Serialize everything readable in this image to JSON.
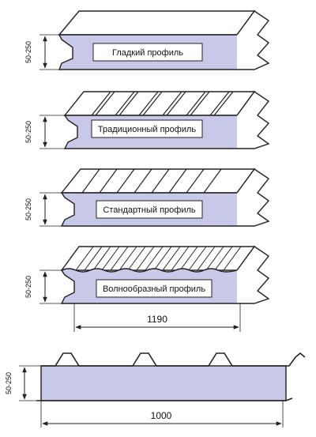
{
  "panels": [
    {
      "label": "Гладкий профиль",
      "thickness": "50-250"
    },
    {
      "label": "Традиционный профиль",
      "thickness": "50-250"
    },
    {
      "label": "Стандартный профиль",
      "thickness": "50-250"
    },
    {
      "label": "Волнообразный профиль",
      "thickness": "50-250"
    }
  ],
  "width_label": "1190",
  "roof_panel": {
    "thickness": "50-250",
    "width_label": "1000"
  },
  "colors": {
    "core": "#c8c8e8",
    "stroke": "#222222",
    "skin": "#ffffff"
  }
}
